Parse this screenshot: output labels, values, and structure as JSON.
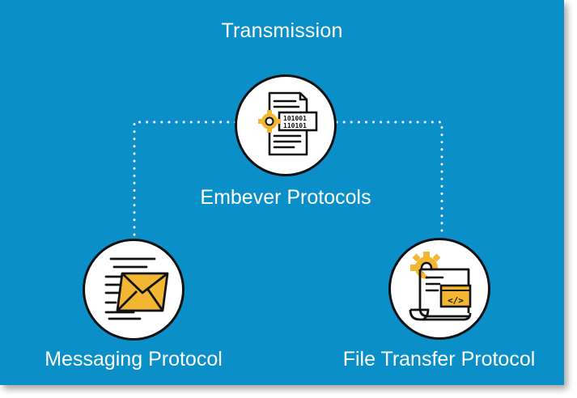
{
  "diagram": {
    "title": "Transmission",
    "nodes": [
      {
        "id": "embever",
        "label": "Embever Protocols",
        "icon": "binary-document-gear-icon"
      },
      {
        "id": "messaging",
        "label": "Messaging Protocol",
        "icon": "envelope-icon"
      },
      {
        "id": "file_transfer",
        "label": "File Transfer Protocol",
        "icon": "code-scroll-gear-icon"
      }
    ],
    "connections": [
      {
        "from": "embever",
        "to": "messaging",
        "style": "dotted"
      },
      {
        "from": "embever",
        "to": "file_transfer",
        "style": "dotted"
      }
    ],
    "colors": {
      "background": "#0a8fc8",
      "node_fill": "#ffffff",
      "outline": "#111111",
      "accent": "#f2b632",
      "text": "#ffffff"
    }
  }
}
